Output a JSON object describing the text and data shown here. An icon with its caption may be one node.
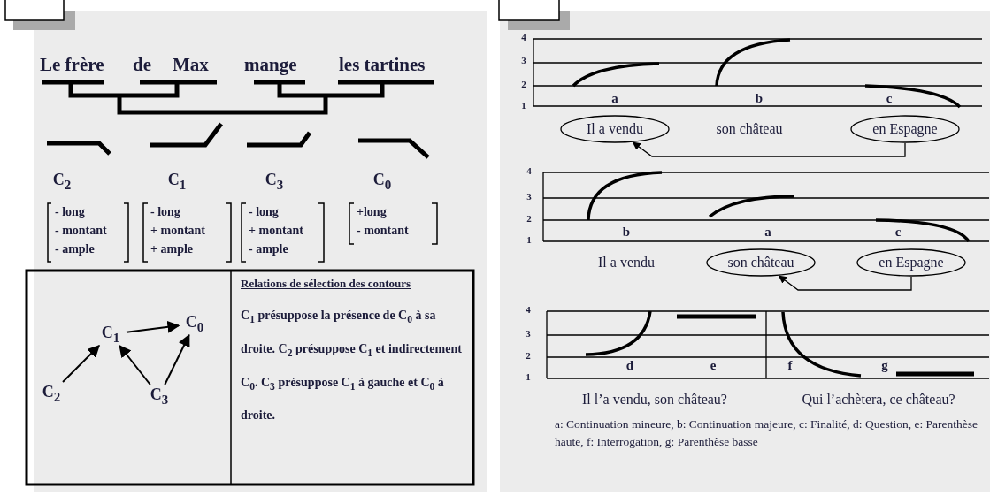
{
  "diagram": {
    "nodes": [
      {
        "text": [
          "C$_{1}$"
        ]
      },
      {
        "text": [
          "C$_{0}$"
        ]
      },
      {
        "text": [
          "C$_{2}$"
        ]
      },
      {
        "text": [
          "C$_{3}$"
        ]
      },
      {
        "text": [
          "Il a vendu"
        ]
      },
      {
        "text": [
          "en Espagne"
        ]
      },
      {
        "text": [
          "son château"
        ]
      },
      {
        "text": [
          "en Espagne"
        ]
      }
    ],
    "edges": [
      {
        "from": 2,
        "to": 0,
        "arrow": "to"
      },
      {
        "from": 0,
        "to": 1,
        "arrow": "to"
      },
      {
        "from": 3,
        "to": 0,
        "arrow": "to"
      },
      {
        "from": 3,
        "to": 1,
        "arrow": "to"
      },
      {
        "from": 5,
        "to": 4,
        "arrow": "to"
      },
      {
        "from": 7,
        "to": 6,
        "arrow": "to"
      }
    ],
    "labels": [
      "Le frère",
      "de",
      "Max",
      "mange",
      "les tartines",
      "C$_{2}$",
      "C$_{1}$",
      "C$_{3}$",
      "C$_{0}$",
      "- long",
      "- montant",
      "- ample",
      "- long",
      "+ montant",
      "+ ample",
      "- long",
      "+ montant",
      "- ample",
      "+long",
      "- montant",
      "Relations de sélection des contours",
      "C$_{1}$ présuppose la présence de C$_{0}$ à sa droite. C$_{2}$ présuppose C$_{1}$ et indirectement C$_{0}$. C$_{3}$ présuppose C$_{1}$ à gauche et C$_{0}$ à droite.",
      "4",
      "3",
      "2",
      "1",
      "a",
      "b",
      "c",
      "son château",
      "4",
      "3",
      "2",
      "1",
      "b",
      "a",
      "c",
      "Il a vendu",
      "4",
      "3",
      "2",
      "1",
      "d",
      "e",
      "f",
      "g",
      "Il l’a vendu, son château?",
      "Qui l’achètera, ce château?",
      "a: Continuation mineure, b: Continuation majeure, c: Finalité, d: Question, e: Parenthèse haute, f: Interrogation, g: Parenthèse basse"
    ]
  }
}
